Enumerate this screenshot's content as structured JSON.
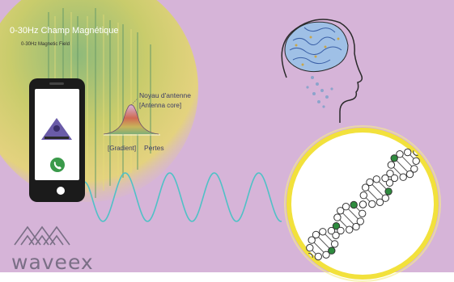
{
  "field_title": "0-30Hz Champ Magnétique",
  "field_subtitle": "0-30Hz Magnetic Field",
  "antenna_label_fr": "Noyau d'antenne",
  "antenna_label_en": "[Antenna core]",
  "gradient_label": "[Gradient]",
  "losses_label": "Pertes",
  "brand_name": "waveex",
  "colors": {
    "background": "#d6b4d8",
    "field_yellow": "#e0d26a",
    "field_green": "#7fae78",
    "wave": "#4fc1c6",
    "ring": "#f2e13c",
    "phone": "#1b1b1b",
    "screen": "#ffffff",
    "logo_triangle": "#6a5ba8",
    "call_icon": "#3a9a4a",
    "brain": "#5a86c8",
    "dna_green": "#2e8b3e",
    "brand": "#7a6f86"
  },
  "icons": [
    "phone-icon",
    "call-icon",
    "brain-head-icon",
    "dna-helix-icon",
    "waveex-logo-icon"
  ]
}
